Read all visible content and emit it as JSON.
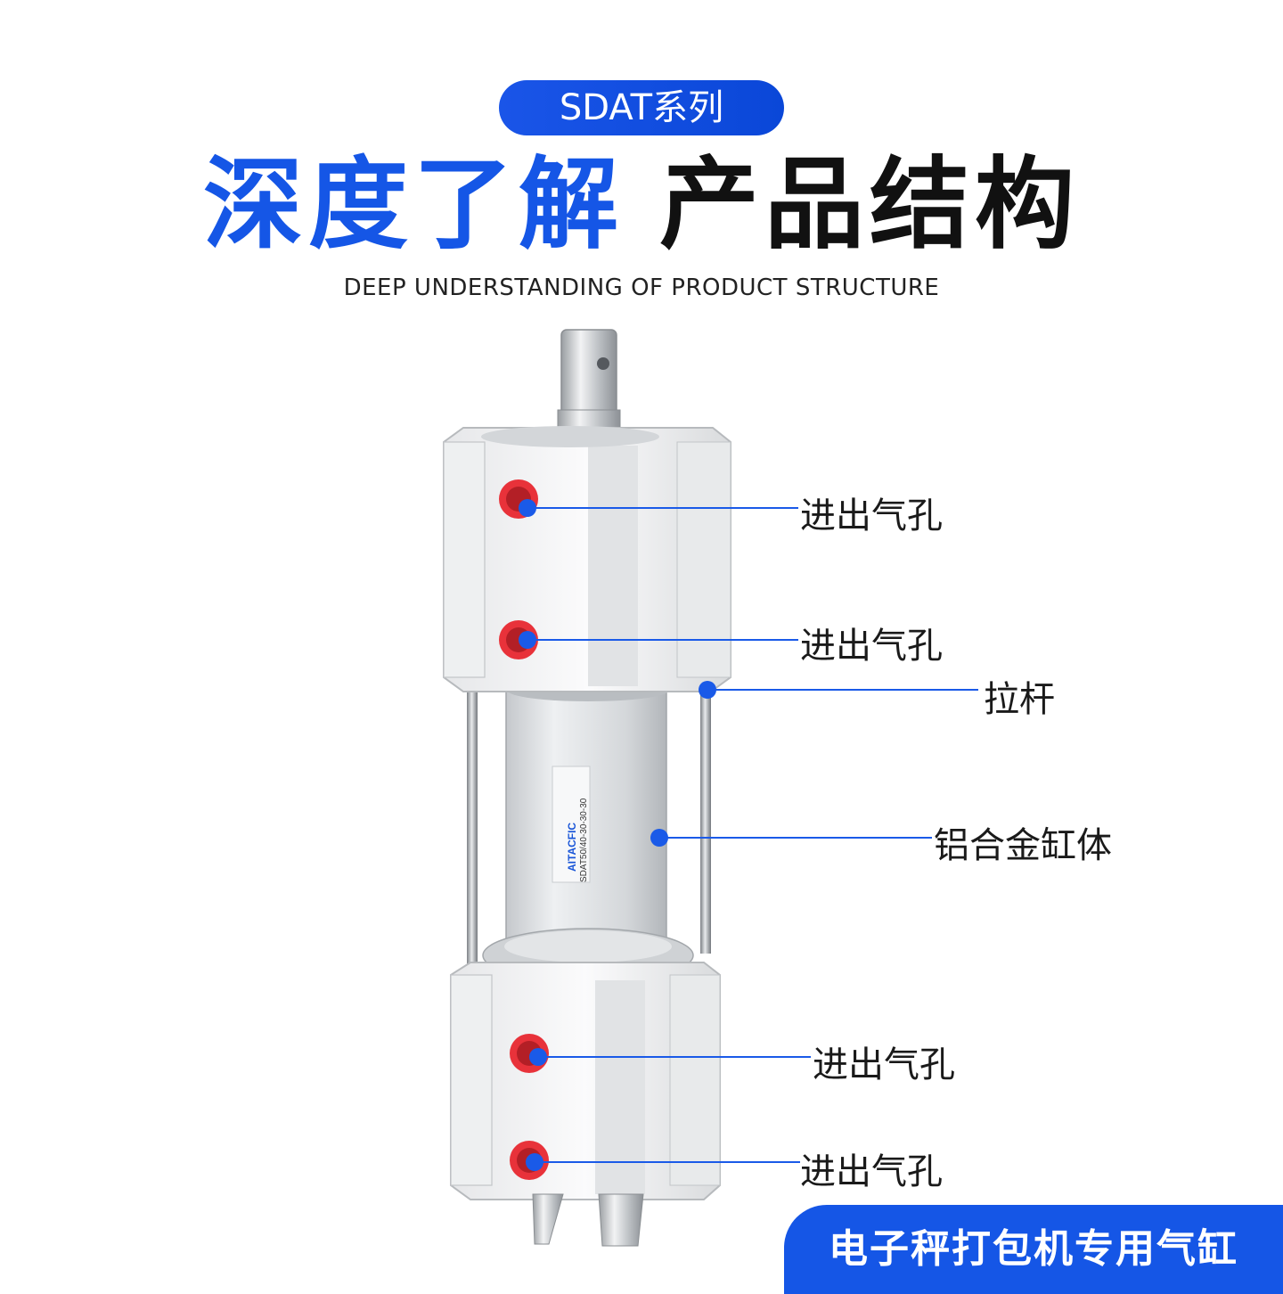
{
  "header": {
    "series_pill": "SDAT系列",
    "headline_blue": "深度了解",
    "headline_black": "产品结构",
    "subtitle": "DEEP UNDERSTANDING OF PRODUCT STRUCTURE"
  },
  "callouts": [
    {
      "label": "进出气孔"
    },
    {
      "label": "进出气孔"
    },
    {
      "label": "拉杆"
    },
    {
      "label": "铝合金缸体"
    },
    {
      "label": "进出气孔"
    },
    {
      "label": "进出气孔"
    }
  ],
  "product_label": {
    "brand": "AITACFIC",
    "model": "SDAT50/40-30-30-30"
  },
  "footer": {
    "banner": "电子秤打包机专用气缸"
  },
  "colors": {
    "accent_blue": "#1556e6",
    "port_red": "#e8323a",
    "marker_blue": "#1a5ae8"
  }
}
